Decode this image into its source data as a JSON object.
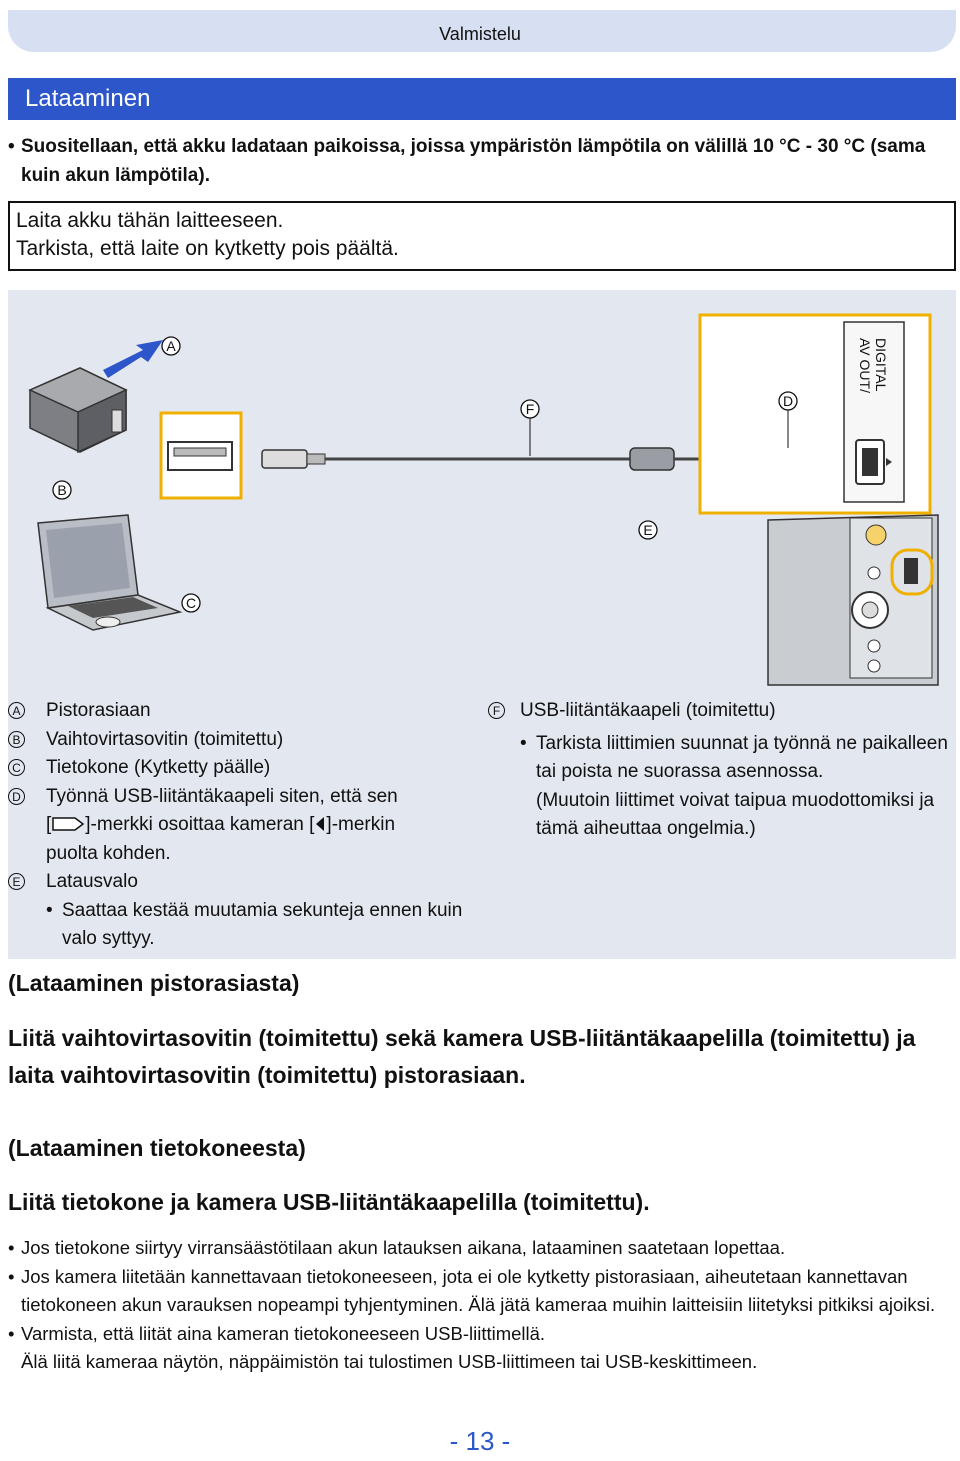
{
  "header": {
    "section": "Valmistelu"
  },
  "title": "Lataaminen",
  "intro_bullet": "Suositellaan, että akku ladataan paikoissa, joissa ympäristön lämpötila on välillä 10 °C - 30 °C (sama kuin akun lämpötila).",
  "step_box": {
    "line1": "Laita akku tähän laitteeseen.",
    "line2": "Tarkista, että laite on kytketty pois päältä."
  },
  "figure": {
    "callouts": [
      "A",
      "B",
      "C",
      "D",
      "E",
      "F"
    ],
    "port_label_line1": "AV OUT/",
    "port_label_line2": "DIGITAL"
  },
  "legend": {
    "left": [
      {
        "letter": "A",
        "text": "Pistorasiaan"
      },
      {
        "letter": "B",
        "text": "Vaihtovirtasovitin (toimitettu)"
      },
      {
        "letter": "C",
        "text": "Tietokone (Kytketty päälle)"
      },
      {
        "letter": "D",
        "text_line1": "Työnnä USB-liitäntäkaapeli siten, että sen",
        "text_pre": "[",
        "text_mid": "]-merkki osoittaa kameran [",
        "text_post": "]-merkin",
        "text_line3": "puolta kohden."
      },
      {
        "letter": "E",
        "text": "Latausvalo",
        "sub": "Saattaa kestää muutamia sekunteja ennen kuin valo syttyy."
      }
    ],
    "right": {
      "letter": "F",
      "text": "USB-liitäntäkaapeli (toimitettu)",
      "sub_line1": "Tarkista liittimien suunnat ja työnnä ne paikalleen tai poista ne suorassa asennossa.",
      "sub_line2": "(Muutoin liittimet voivat taipua muodottomiksi ja tämä aiheuttaa ongelmia.)"
    }
  },
  "section_outlet": {
    "heading": "(Lataaminen pistorasiasta)",
    "instruction": "Liitä vaihtovirtasovitin (toimitettu) sekä kamera USB-liitäntäkaapelilla (toimitettu) ja laita vaihtovirtasovitin (toimitettu) pistorasiaan."
  },
  "section_pc": {
    "heading": "(Lataaminen tietokoneesta)",
    "instruction": "Liitä tietokone ja kamera USB-liitäntäkaapelilla (toimitettu)."
  },
  "notes": [
    "Jos tietokone siirtyy virransäästötilaan akun latauksen aikana, lataaminen saatetaan lopettaa.",
    "Jos kamera liitetään kannettavaan tietokoneeseen, jota ei ole kytketty pistorasiaan, aiheutetaan kannettavan tietokoneen akun varauksen nopeampi tyhjentyminen. Älä jätä kameraa muihin laitteisiin liitetyksi pitkiksi ajoiksi.",
    "Varmista, että liität aina kameran tietokoneeseen USB-liittimellä.",
    "Älä liitä kameraa näytön, näppäimistön tai tulostimen USB-liittimeen tai USB-keskittimeen."
  ],
  "bullet_glyph": "•",
  "page_number": "- 13 -",
  "colors": {
    "accent": "#2c56c9",
    "header_band": "#d7dff2",
    "figure_bg": "#e3e7ef",
    "callout_box": "#f0b000"
  }
}
